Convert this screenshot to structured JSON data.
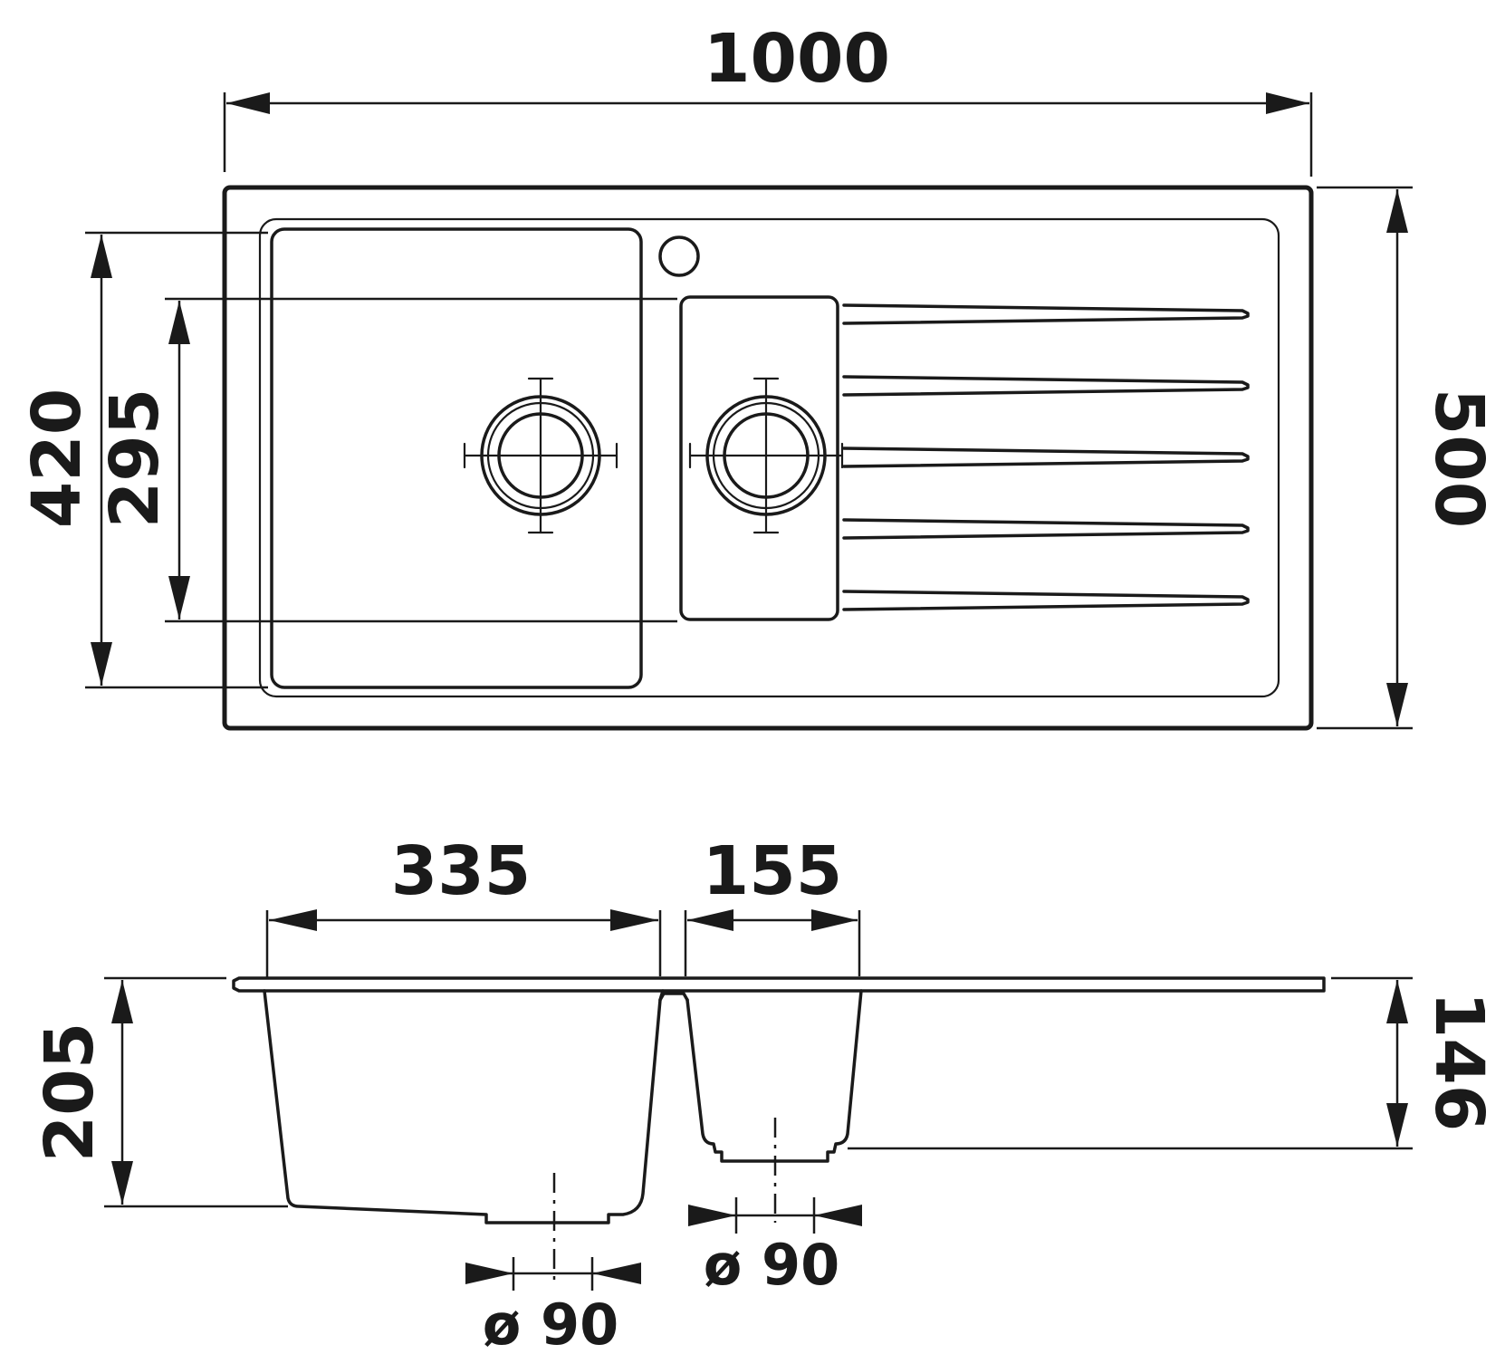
{
  "dimensions": {
    "overall_width": "1000",
    "overall_depth": "500",
    "main_bowl_depth": "420",
    "small_bowl_depth": "295",
    "main_bowl_width": "335",
    "small_bowl_width": "155",
    "main_bowl_height": "205",
    "small_bowl_height": "146",
    "drain_main": "ø 90",
    "drain_small": "ø 90"
  },
  "colors": {
    "line": "#1a1a1a",
    "background": "#ffffff"
  }
}
